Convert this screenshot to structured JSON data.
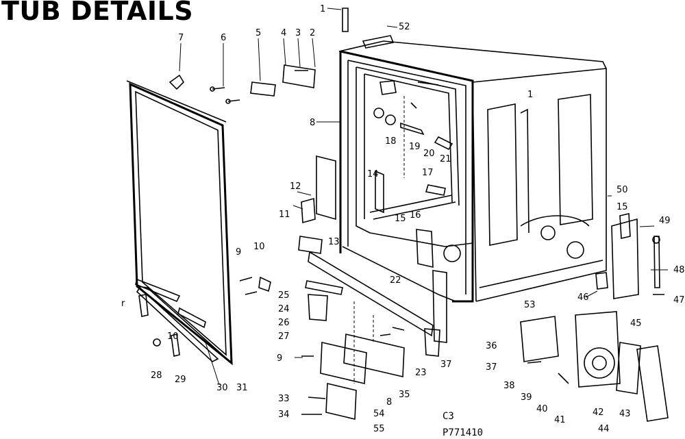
{
  "title": "TUB DETAILS",
  "diagram_code": "C3",
  "part_number": "P771410",
  "callouts": [
    "1",
    "52",
    "2",
    "3",
    "4",
    "5",
    "6",
    "7",
    "8",
    "1",
    "18",
    "19",
    "20",
    "21",
    "14",
    "17",
    "12",
    "11",
    "15",
    "16",
    "13",
    "50",
    "15",
    "49",
    "48",
    "47",
    "46",
    "9",
    "10",
    "25",
    "24",
    "26",
    "27",
    "22",
    "23",
    "37",
    "53",
    "36",
    "37",
    "38",
    "39",
    "40",
    "41",
    "42",
    "43",
    "44",
    "45",
    "30",
    "31",
    "28",
    "29",
    "9",
    "35",
    "54",
    "8",
    "33",
    "34",
    "55",
    "r",
    "10"
  ]
}
